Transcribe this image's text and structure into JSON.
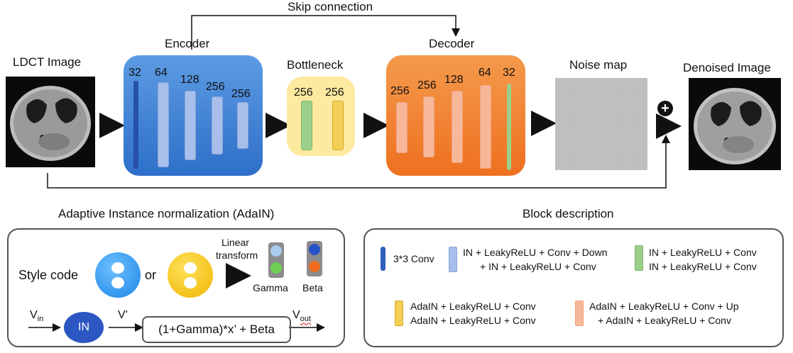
{
  "top": {
    "skip_label": "Skip connection",
    "input_label": "LDCT Image",
    "encoder_label": "Encoder",
    "bottleneck_label": "Bottleneck",
    "decoder_label": "Decoder",
    "noise_label": "Noise map",
    "output_label": "Denoised Image",
    "encoder_channels": [
      "32",
      "64",
      "128",
      "256",
      "256"
    ],
    "bottleneck_channels": [
      "256",
      "256"
    ],
    "decoder_channels": [
      "256",
      "256",
      "128",
      "64",
      "32"
    ],
    "add_symbol": "+"
  },
  "adain": {
    "title": "Adaptive Instance normalization (AdaIN)",
    "style_code": "Style code",
    "or": "or",
    "linear_1": "Linear",
    "linear_2": "transform",
    "gamma": "Gamma",
    "beta": "Beta",
    "v_in": "V",
    "v_in_sub": "in",
    "in_label": "IN",
    "v_prime": "V’",
    "formula": "(1+Gamma)*x’ + Beta",
    "v_out": "V",
    "v_out_sub": "out"
  },
  "block": {
    "title": "Block description",
    "conv": "3*3 Conv",
    "down_1": "IN + LeakyReLU + Conv + Down",
    "down_2": "+ IN + LeakyReLU + Conv",
    "green_1": "IN + LeakyReLU + Conv",
    "green_2": "IN + LeakyReLU + Conv",
    "yellow_1": "AdaIN + LeakyReLU + Conv",
    "yellow_2": "AdaIN + LeakyReLU + Conv",
    "up_1": "AdaIN + LeakyReLU + Conv + Up",
    "up_2": "+ AdaIN + LeakyReLU + Conv"
  },
  "colors": {
    "encoder": "#4a8ad6",
    "bottleneck": "#fde9a0",
    "decoder": "#f07f2c",
    "conv_bar": "#2f5fbd",
    "green_bar": "#9ccf8a",
    "yellow_bar": "#f4cf55",
    "orange_bar": "#f7b89a"
  }
}
